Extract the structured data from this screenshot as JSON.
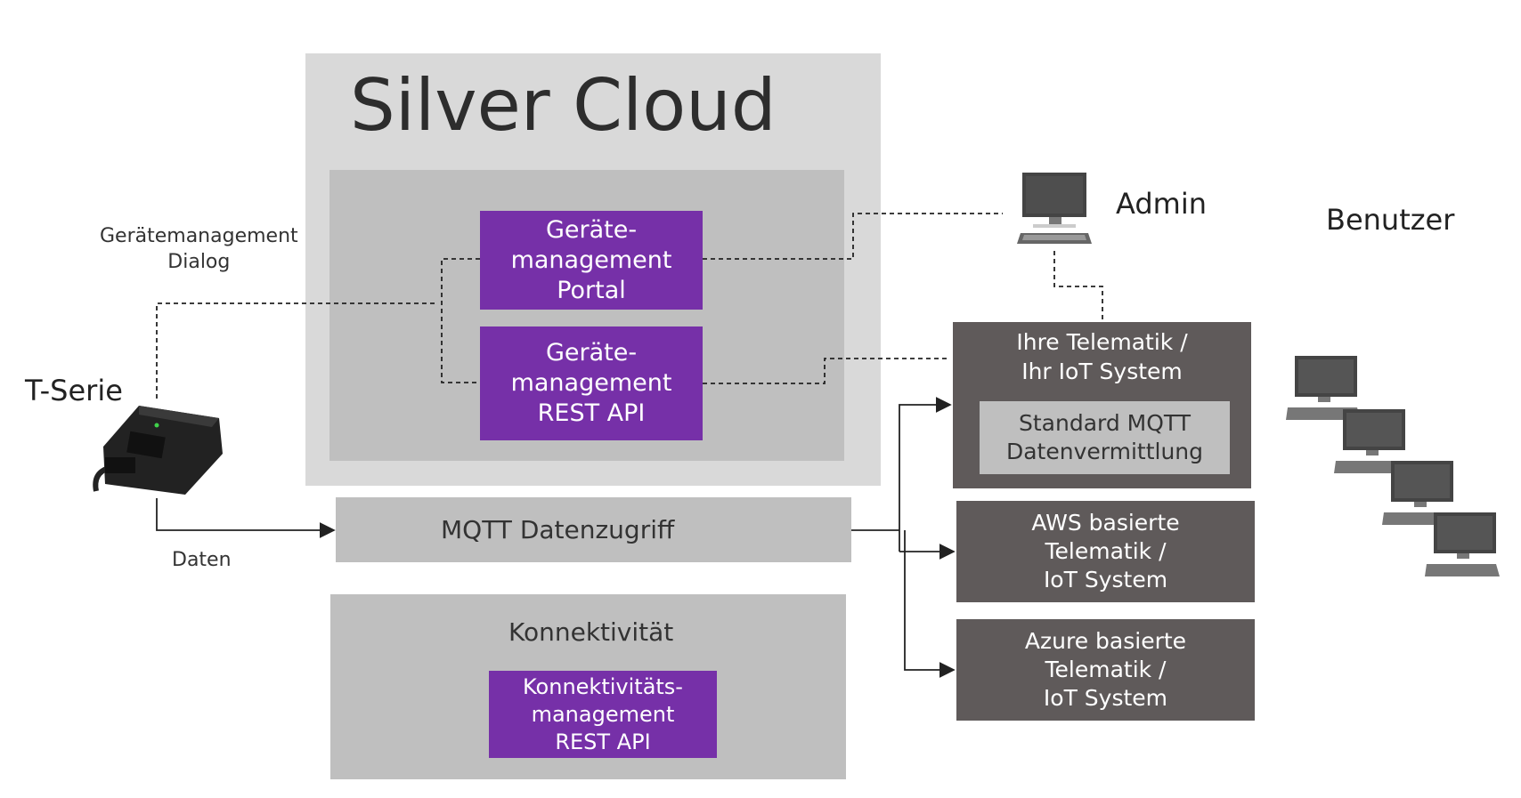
{
  "cloud": {
    "title": "Silver Cloud",
    "portal": "Geräte-\nmanagement\nPortal",
    "rest_api": "Geräte-\nmanagement\nREST API"
  },
  "device": {
    "name": "T-Serie",
    "dialog_label": "Gerätemanagement\nDialog",
    "data_label": "Daten"
  },
  "mqtt_access": "MQTT Datenzugriff",
  "connectivity": {
    "title": "Konnektivität",
    "rest_api": "Konnektivitäts-\nmanagement\nREST API"
  },
  "admin": {
    "label": "Admin"
  },
  "users": {
    "label": "Benutzer"
  },
  "systems": {
    "own": {
      "title": "Ihre Telematik /\nIhr IoT System",
      "mqtt": "Standard MQTT\nDatenvermittlung"
    },
    "aws": "AWS basierte\nTelematik /\nIoT System",
    "azure": "Azure basierte\nTelematik /\nIoT System"
  },
  "colors": {
    "purple": "#7630a8",
    "cloud_bg": "#d9d9d9",
    "inner_gray": "#bfbfbf",
    "system_gray": "#5f5a5a"
  }
}
